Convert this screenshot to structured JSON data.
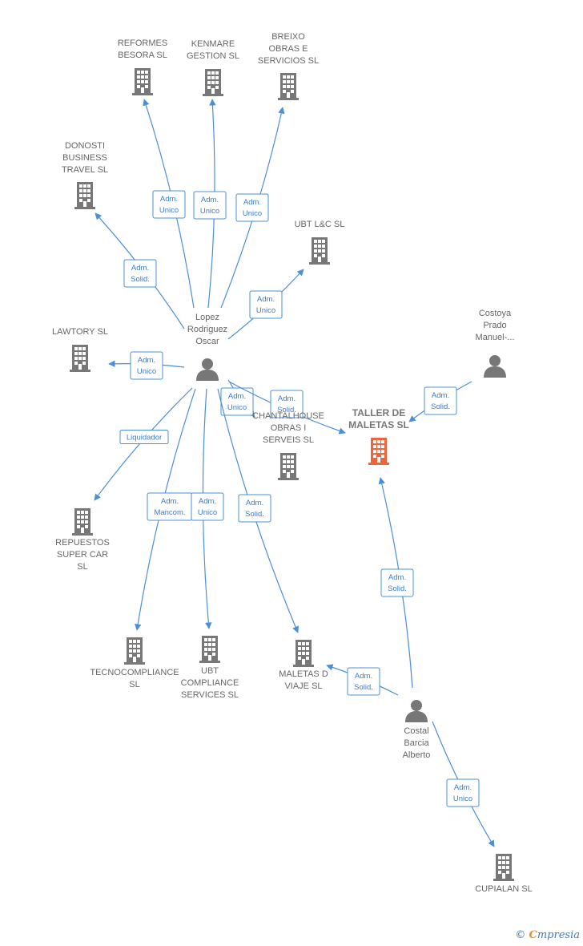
{
  "nodes": [
    {
      "id": "reformes",
      "type": "company",
      "label": [
        "REFORMES",
        "BESORA  SL"
      ]
    },
    {
      "id": "kenmare",
      "type": "company",
      "label": [
        "KENMARE",
        "GESTION  SL"
      ]
    },
    {
      "id": "breixo",
      "type": "company",
      "label": [
        "BREIXO",
        "OBRAS E",
        "SERVICIOS  SL"
      ]
    },
    {
      "id": "donosti",
      "type": "company",
      "label": [
        "DONOSTI",
        "BUSINESS",
        "TRAVEL  SL"
      ]
    },
    {
      "id": "ubtlc",
      "type": "company",
      "label": [
        "UBT L&C  SL"
      ]
    },
    {
      "id": "lawtory",
      "type": "company",
      "label": [
        "LAWTORY  SL"
      ]
    },
    {
      "id": "lopez",
      "type": "person",
      "label": [
        "Lopez",
        "Rodriguez",
        "Oscar"
      ]
    },
    {
      "id": "costoya",
      "type": "person",
      "label": [
        "Costoya",
        "Prado",
        "Manuel-..."
      ]
    },
    {
      "id": "chantal",
      "type": "company",
      "label": [
        "CHANTALHOUSE",
        "OBRAS I",
        "SERVEIS  SL"
      ]
    },
    {
      "id": "taller",
      "type": "company",
      "focus": true,
      "label": [
        "TALLER DE",
        "MALETAS  SL"
      ]
    },
    {
      "id": "repuestos",
      "type": "company",
      "label": [
        "REPUESTOS",
        "SUPER CAR",
        "SL"
      ]
    },
    {
      "id": "tecno",
      "type": "company",
      "label": [
        "TECNOCOMPLIANCE",
        "SL"
      ]
    },
    {
      "id": "ubtcomp",
      "type": "company",
      "label": [
        "UBT",
        "COMPLIANCE",
        "SERVICES  SL"
      ]
    },
    {
      "id": "maletas",
      "type": "company",
      "label": [
        "MALETAS D",
        "VIAJE  SL"
      ]
    },
    {
      "id": "costal",
      "type": "person",
      "label": [
        "Costal",
        "Barcia",
        "Alberto"
      ]
    },
    {
      "id": "cupialan",
      "type": "company",
      "label": [
        "CUPIALAN  SL"
      ]
    }
  ],
  "edges": [
    {
      "id": "e1",
      "from": "lopez",
      "to": "reformes",
      "label": [
        "Adm.",
        "Unico"
      ]
    },
    {
      "id": "e2",
      "from": "lopez",
      "to": "kenmare",
      "label": [
        "Adm.",
        "Unico"
      ]
    },
    {
      "id": "e3",
      "from": "lopez",
      "to": "breixo",
      "label": [
        "Adm.",
        "Unico"
      ]
    },
    {
      "id": "e4",
      "from": "lopez",
      "to": "donosti",
      "label": [
        "Adm.",
        "Solid."
      ]
    },
    {
      "id": "e5",
      "from": "lopez",
      "to": "ubtlc",
      "label": [
        "Adm.",
        "Unico"
      ]
    },
    {
      "id": "e6",
      "from": "lopez",
      "to": "lawtory",
      "label": [
        "Adm.",
        "Unico"
      ]
    },
    {
      "id": "e7",
      "from": "lopez",
      "to": "chantal",
      "label": [
        "Adm.",
        "Unico"
      ]
    },
    {
      "id": "e8",
      "from": "lopez",
      "to": "taller",
      "label": [
        "Adm.",
        "Solid."
      ]
    },
    {
      "id": "e9",
      "from": "lopez",
      "to": "repuestos",
      "label": [
        "Liquidador"
      ]
    },
    {
      "id": "e10",
      "from": "lopez",
      "to": "tecno",
      "label": [
        "Adm.",
        "Mancom."
      ]
    },
    {
      "id": "e11",
      "from": "lopez",
      "to": "ubtcomp",
      "label": [
        "Adm.",
        "Unico"
      ]
    },
    {
      "id": "e12",
      "from": "lopez",
      "to": "maletas",
      "label": [
        "Adm.",
        "Solid."
      ]
    },
    {
      "id": "e13",
      "from": "costoya",
      "to": "taller",
      "label": [
        "Adm.",
        "Solid."
      ]
    },
    {
      "id": "e14",
      "from": "costal",
      "to": "taller",
      "label": [
        "Adm.",
        "Solid."
      ]
    },
    {
      "id": "e15",
      "from": "costal",
      "to": "maletas",
      "label": [
        "Adm.",
        "Solid."
      ]
    },
    {
      "id": "e16",
      "from": "costal",
      "to": "cupialan",
      "label": [
        "Adm.",
        "Unico"
      ]
    }
  ],
  "colors": {
    "company": "#777777",
    "focus": "#f0643c",
    "person": "#777777",
    "edge": "#4a8fd8"
  },
  "footer": {
    "copyright": "©",
    "brand_initial": "C",
    "brand_rest": "mpresia"
  }
}
